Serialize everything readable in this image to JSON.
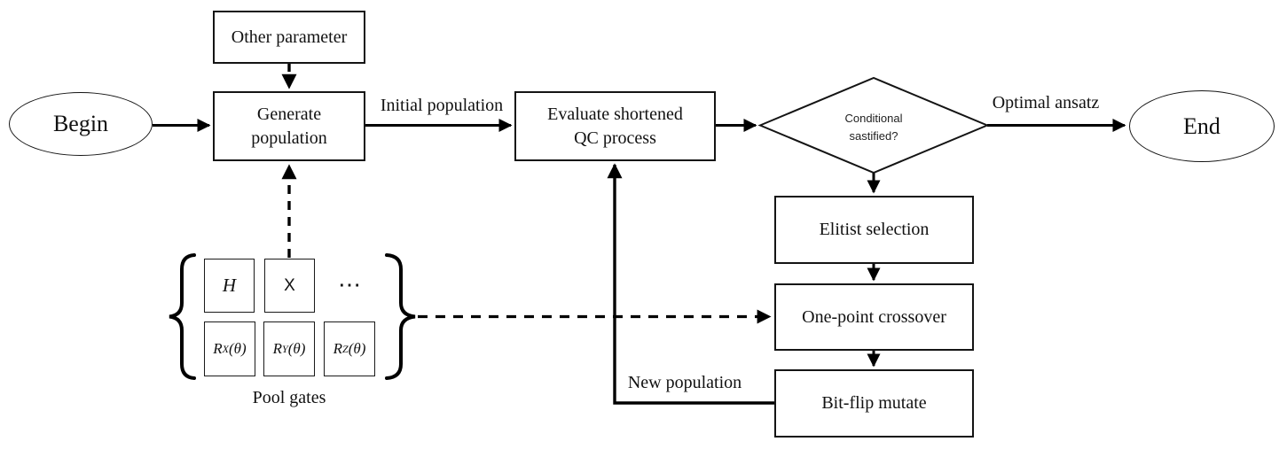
{
  "nodes": {
    "begin": "Begin",
    "other_parameter": "Other parameter",
    "generate_population": "Generate\npopulation",
    "evaluate": "Evaluate shortened\nQC process",
    "conditional": "Conditional\nsastified?",
    "end": "End",
    "elitist": "Elitist selection",
    "crossover": "One-point crossover",
    "mutate": "Bit-flip mutate"
  },
  "edge_labels": {
    "initial_population": "Initial population",
    "optimal_ansatz": "Optimal ansatz",
    "new_population": "New population"
  },
  "pool": {
    "caption": "Pool gates",
    "row1": {
      "h": "H",
      "x": "X",
      "dots": "⋯"
    },
    "row2": [
      {
        "base": "R",
        "sub": "X",
        "arg": "(θ)"
      },
      {
        "base": "R",
        "sub": "Y",
        "arg": "(θ)"
      },
      {
        "base": "R",
        "sub": "Z",
        "arg": "(θ)"
      }
    ]
  },
  "colors": {
    "line": "#000000",
    "background": "#ffffff"
  }
}
